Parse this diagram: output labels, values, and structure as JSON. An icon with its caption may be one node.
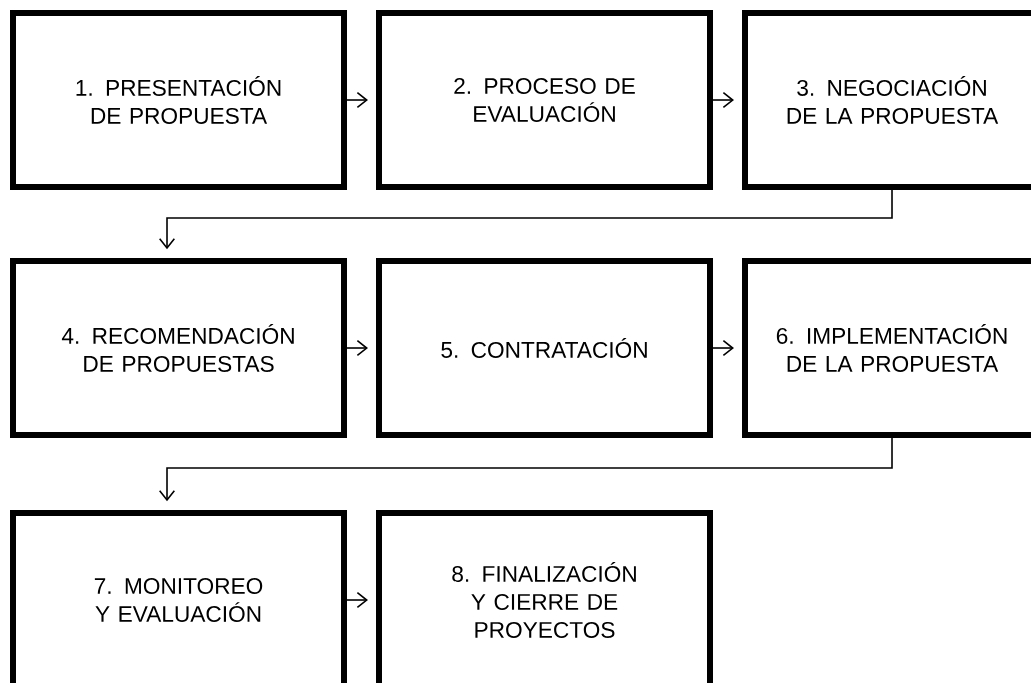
{
  "diagram": {
    "nodes": [
      {
        "text": [
          "1. PRESENTACIÓN DE PROPUESTA"
        ]
      },
      {
        "text": [
          "2. PROCESO DE EVALUACIÓN"
        ]
      },
      {
        "text": [
          "3. NEGOCIACIÓN DE LA PROPUESTA"
        ]
      },
      {
        "text": [
          "4. RECOMENDACIÓN DE PROPUESTAS"
        ]
      },
      {
        "text": [
          "5. CONTRATACIÓN"
        ]
      },
      {
        "text": [
          "6. IMPLEMENTACIÓN DE LA PROPUESTA"
        ]
      },
      {
        "text": [
          "7. MONITOREO Y EVALUACIÓN"
        ]
      },
      {
        "text": [
          "8. FINALIZACIÓN Y CIERRE DE PROYECTOS"
        ]
      }
    ],
    "edges": [
      {
        "from": 0,
        "to": 1,
        "arrow": "to"
      },
      {
        "from": 1,
        "to": 2,
        "arrow": "to"
      },
      {
        "from": 2,
        "to": 3,
        "arrow": "to"
      },
      {
        "from": 3,
        "to": 4,
        "arrow": "to"
      },
      {
        "from": 4,
        "to": 5,
        "arrow": "to"
      },
      {
        "from": 5,
        "to": 6,
        "arrow": "to"
      },
      {
        "from": 6,
        "to": 7,
        "arrow": "to"
      }
    ]
  }
}
